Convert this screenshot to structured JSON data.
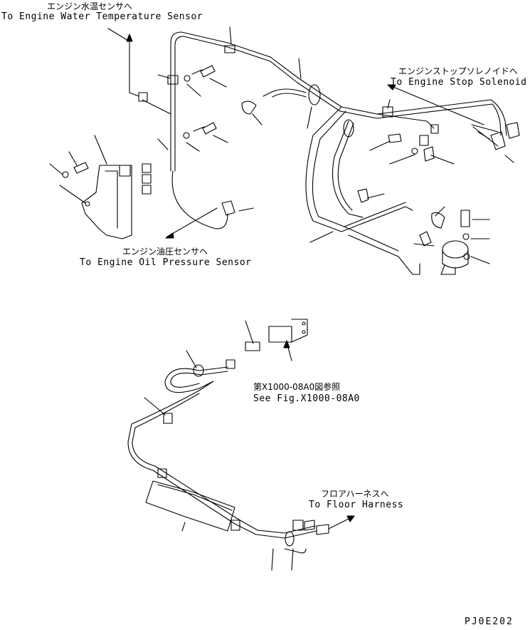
{
  "callouts": {
    "water_temp_sensor": {
      "ja": "エンジン水温センサへ",
      "en": "To Engine Water Temperature Sensor"
    },
    "engine_stop_solenoid": {
      "ja": "エンジンストップソレノイドへ",
      "en": "To Engine Stop Solenoid"
    },
    "oil_pressure_sensor": {
      "ja": "エンジン油圧センサへ",
      "en": "To Engine Oil Pressure Sensor"
    },
    "see_figure": {
      "ja": "第X1000-08A0図参照",
      "en": "See Fig.X1000-08A0"
    },
    "floor_harness": {
      "ja": "フロアハーネスへ",
      "en": "To Floor Harness"
    }
  },
  "drawing_code": "PJ0E202",
  "colors": {
    "line": "#000000",
    "paper": "#ffffff"
  }
}
